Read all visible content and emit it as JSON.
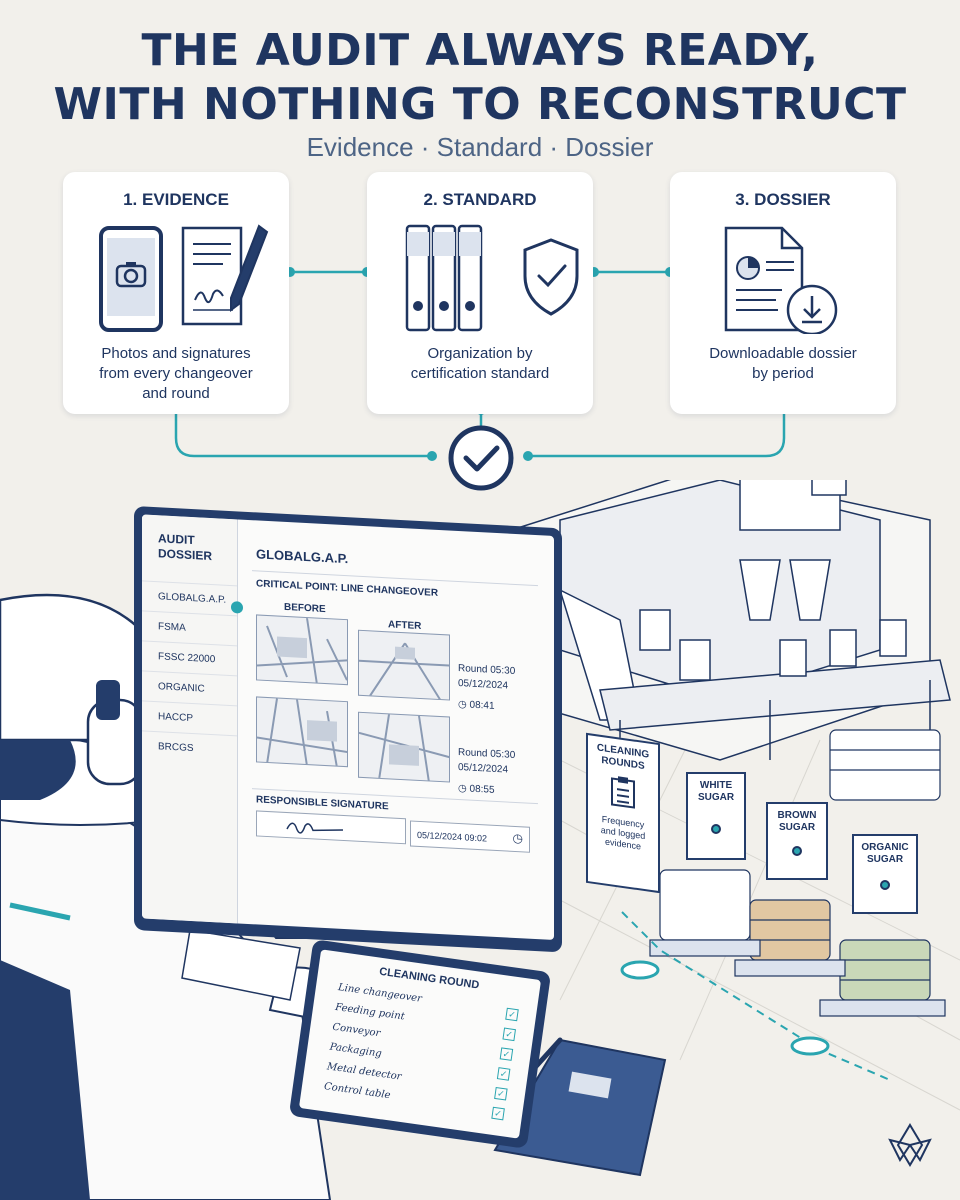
{
  "header": {
    "title_line1": "THE AUDIT ALWAYS READY,",
    "title_line2": "WITH NOTHING TO RECONSTRUCT",
    "subtitle": "Evidence · Standard · Dossier"
  },
  "cards": [
    {
      "title": "1. EVIDENCE",
      "desc_l1": "Photos and signatures",
      "desc_l2": "from every changeover",
      "desc_l3": "and round",
      "icons": [
        "phone-camera-icon",
        "signed-document-icon",
        "pen-icon"
      ]
    },
    {
      "title": "2. STANDARD",
      "desc_l1": "Organization by",
      "desc_l2": "certification standard",
      "icons": [
        "binders-icon",
        "shield-check-icon"
      ]
    },
    {
      "title": "3. DOSSIER",
      "desc_l1": "Downloadable dossier",
      "desc_l2": "by period",
      "icons": [
        "report-document-icon",
        "download-icon"
      ]
    }
  ],
  "screen": {
    "sidebar_title_l1": "AUDIT",
    "sidebar_title_l2": "DOSSIER",
    "standards": [
      "GLOBALG.A.P.",
      "FSMA",
      "FSSC 22000",
      "ORGANIC",
      "HACCP",
      "BRCGS"
    ],
    "selected_standard": "GLOBALG.A.P.",
    "critical_point": "CRITICAL POINT: LINE CHANGEOVER",
    "before_label": "BEFORE",
    "after_label": "AFTER",
    "rounds": [
      {
        "round": "Round 05:30",
        "date": "05/12/2024",
        "time": "08:41"
      },
      {
        "round": "Round 05:30",
        "date": "05/12/2024",
        "time": "08:55"
      }
    ],
    "signature_label": "RESPONSIBLE SIGNATURE",
    "signature_timestamp": "05/12/2024 09:02"
  },
  "tablet": {
    "title": "CLEANING ROUND",
    "items": [
      "Line changeover",
      "Feeding point",
      "Conveyor",
      "Packaging",
      "Metal detector",
      "Control table"
    ]
  },
  "signs": {
    "cleaning_l1": "CLEANING",
    "cleaning_l2": "ROUNDS",
    "cleaning_desc_l1": "Frequency",
    "cleaning_desc_l2": "and logged",
    "cleaning_desc_l3": "evidence",
    "white_l1": "WHITE",
    "white_l2": "SUGAR",
    "brown_l1": "BROWN",
    "brown_l2": "SUGAR",
    "organic_l1": "ORGANIC",
    "organic_l2": "SUGAR"
  },
  "colors": {
    "navy": "#1f3560",
    "accent_teal": "#2aa5b0",
    "background": "#f2f0eb"
  }
}
